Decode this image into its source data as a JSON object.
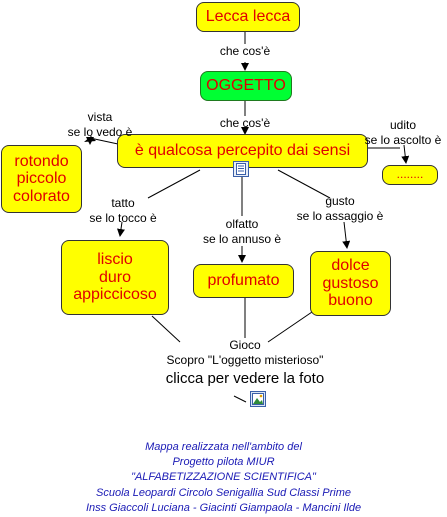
{
  "nodes": {
    "lecca": "Lecca lecca",
    "oggetto": "OGGETTO",
    "percepito": "è qualcosa percepito dai sensi",
    "rotondo": [
      "rotondo",
      "piccolo",
      "colorato"
    ],
    "udito_val": "........",
    "liscio": [
      "liscio",
      "duro",
      "appiccicoso"
    ],
    "profumato": "profumato",
    "dolce": [
      "dolce",
      "gustoso",
      "buono"
    ]
  },
  "links": {
    "che_cose_1": "che cos'è",
    "che_cose_2": "che cos'è",
    "vista": [
      "vista",
      "se lo vedo è"
    ],
    "udito": [
      "udito",
      "se lo ascolto è"
    ],
    "tatto": [
      "tatto",
      "se lo tocco è"
    ],
    "olfatto": [
      "olfatto",
      "se lo annuso è"
    ],
    "gusto": [
      "gusto",
      "se lo assaggio è"
    ],
    "gioco": [
      "Gioco",
      "Scopro \"L'oggetto misterioso\""
    ],
    "foto": "clicca per vedere la foto"
  },
  "footer": [
    "Mappa realizzata nell'ambito del",
    "Progetto pilota MIUR",
    "\"ALFABETIZZAZIONE SCIENTIFICA\"",
    "Scuola Leopardi Circolo Senigallia Sud Classi Prime",
    "Inss Giaccoli Luciana - Giacinti Giampaola - Mancini Ilde"
  ],
  "colors": {
    "node_fill": "#ffff00",
    "root_fill": "#00ff33",
    "node_text": "#e00000",
    "footer_text": "#1a1ab5"
  },
  "icons": [
    "document-icon",
    "image-icon"
  ]
}
